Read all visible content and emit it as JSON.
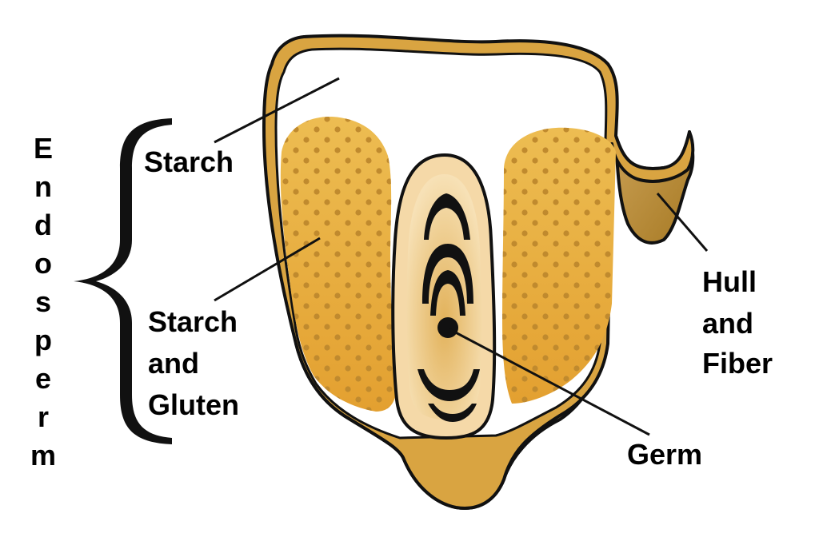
{
  "side_label": {
    "text": "Endosperm",
    "letters": [
      "E",
      "n",
      "d",
      "o",
      "s",
      "p",
      "e",
      "r",
      "m"
    ]
  },
  "labels": {
    "starch": "Starch",
    "starch_gluten_line1": "Starch",
    "starch_gluten_line2": "and",
    "starch_gluten_line3": "Gluten",
    "hull_line1": "Hull",
    "hull_line2": "and",
    "hull_line3": "Fiber",
    "germ": "Germ"
  },
  "colors": {
    "hull": "#d9a441",
    "hull_dark": "#b8862e",
    "starch_gluten": "#e8ae38",
    "dots": "#c08a2e",
    "germ_outer": "#f5d9a8",
    "germ_inner": "#dca44a",
    "base": "#e9cf93",
    "outline": "#111111"
  }
}
